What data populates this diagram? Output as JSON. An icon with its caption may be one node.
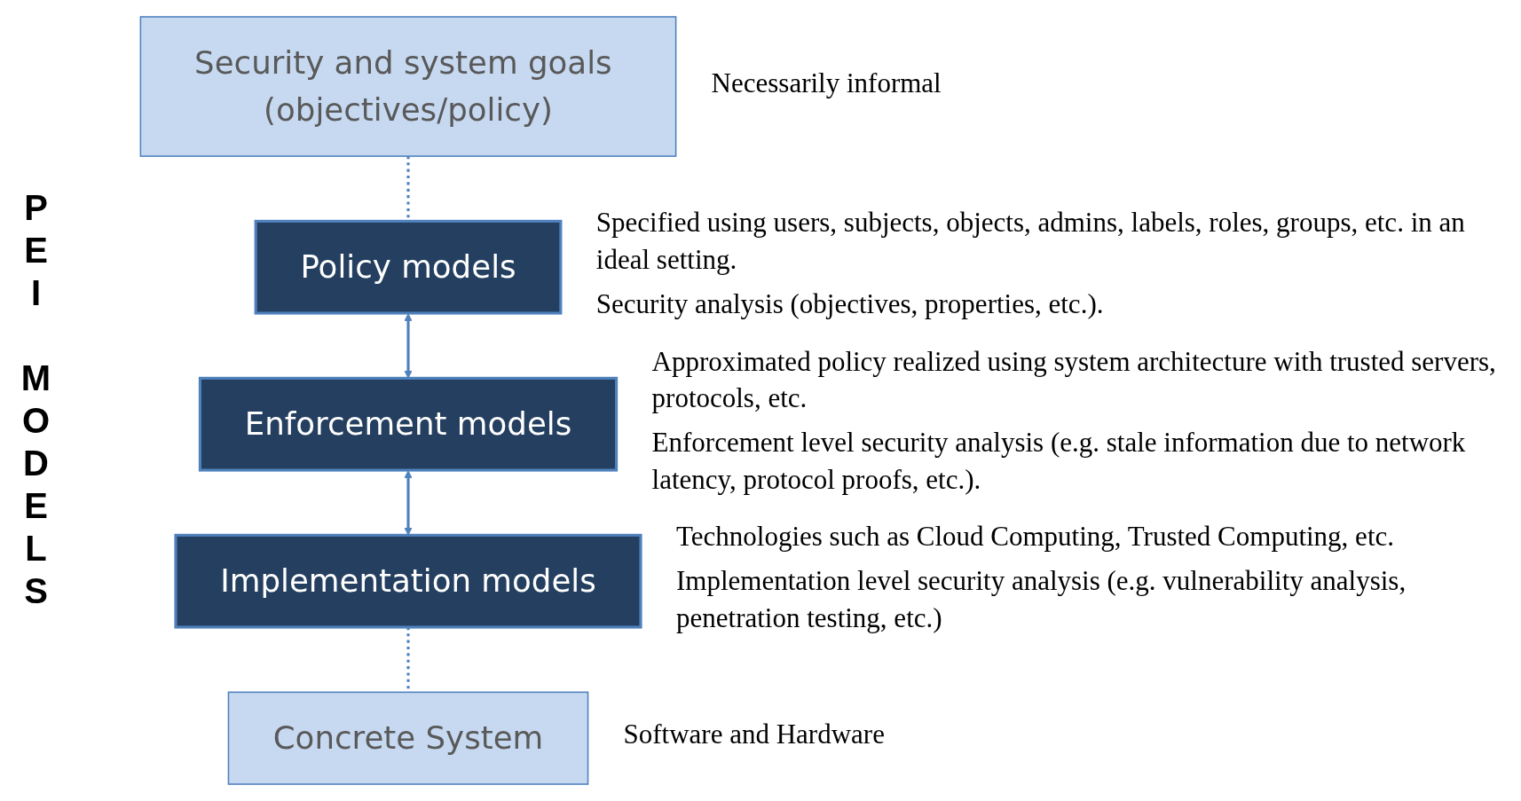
{
  "diagram": {
    "nodes": [
      {
        "text": [
          "Security and system goals (objectives/policy)"
        ],
        "beside": [
          "Necessarily informal"
        ]
      },
      {
        "text": [
          "Policy models"
        ],
        "beside": [
          "Specified using users, subjects, objects, admins, labels, roles, groups, etc. in an ideal setting.",
          "Security analysis (objectives, properties, etc.)."
        ]
      },
      {
        "text": [
          "Enforcement models"
        ],
        "beside": [
          "Approximated policy realized using system architecture with trusted servers, protocols, etc.",
          "Enforcement level security analysis (e.g. stale information due to network latency, protocol proofs, etc.)."
        ]
      },
      {
        "text": [
          "Implementation models"
        ],
        "beside": [
          "Technologies such as Cloud Computing, Trusted Computing, etc.",
          "Implementation level security analysis (e.g. vulnerability analysis, penetration testing, etc.)"
        ]
      },
      {
        "text": [
          "Concrete System"
        ],
        "beside": [
          "Software and Hardware"
        ]
      }
    ],
    "edges": [
      {
        "from": 0,
        "to": 1,
        "arrow": "none",
        "style": "dashed"
      },
      {
        "from": 1,
        "to": 2,
        "arrow": "both"
      },
      {
        "from": 2,
        "to": 3,
        "arrow": "both"
      },
      {
        "from": 3,
        "to": 4,
        "arrow": "none",
        "style": "dashed"
      }
    ],
    "labels": [
      "PEI MODELS"
    ]
  }
}
